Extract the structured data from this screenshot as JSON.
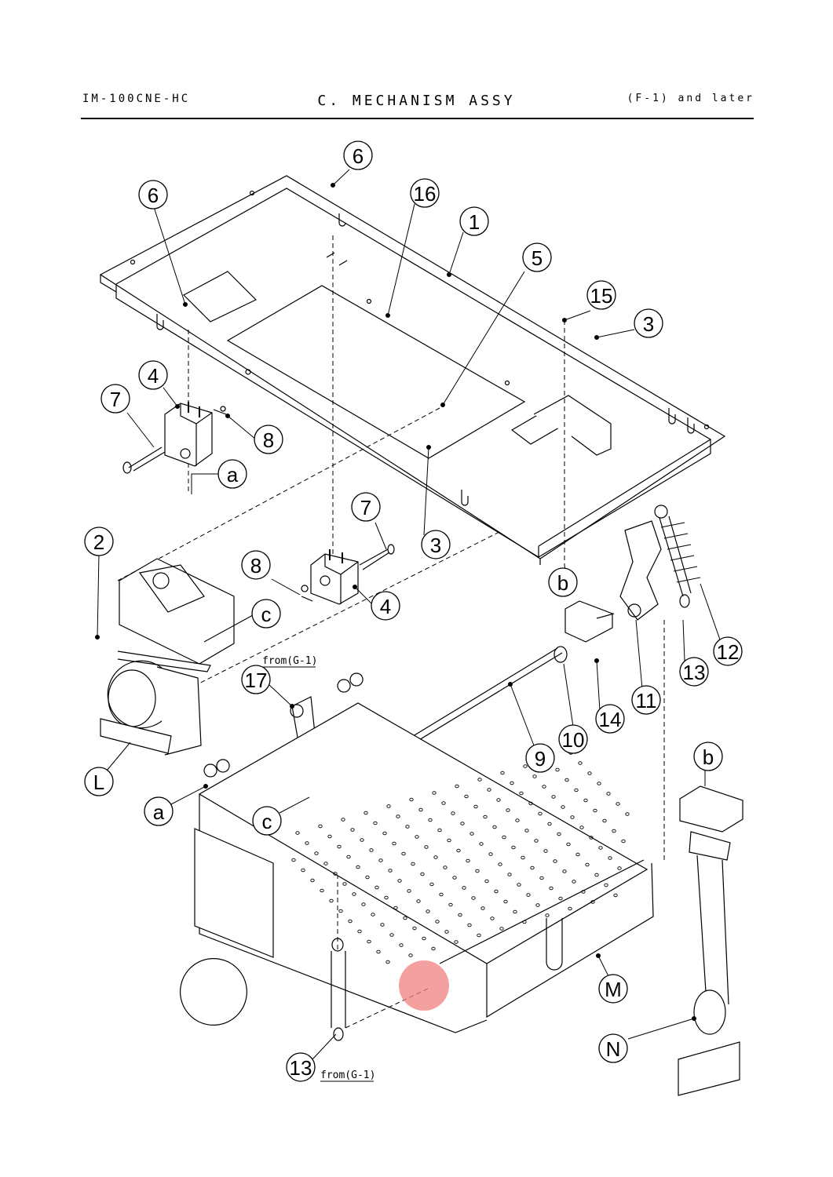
{
  "header": {
    "model": "IM-100CNE-HC",
    "title": "C. MECHANISM ASSY",
    "revision": "(F-1) and later"
  },
  "callouts": [
    {
      "id": "c6a",
      "label": "6"
    },
    {
      "id": "c6b",
      "label": "6"
    },
    {
      "id": "c16",
      "label": "16"
    },
    {
      "id": "c1",
      "label": "1"
    },
    {
      "id": "c5",
      "label": "5"
    },
    {
      "id": "c15",
      "label": "15"
    },
    {
      "id": "c3a",
      "label": "3"
    },
    {
      "id": "c4a",
      "label": "4"
    },
    {
      "id": "c7a",
      "label": "7"
    },
    {
      "id": "c8a",
      "label": "8"
    },
    {
      "id": "ca1",
      "label": "a"
    },
    {
      "id": "c7b",
      "label": "7"
    },
    {
      "id": "c3b",
      "label": "3"
    },
    {
      "id": "c2",
      "label": "2"
    },
    {
      "id": "c8b",
      "label": "8"
    },
    {
      "id": "c4b",
      "label": "4"
    },
    {
      "id": "cb1",
      "label": "b"
    },
    {
      "id": "cc1",
      "label": "c"
    },
    {
      "id": "c12",
      "label": "12"
    },
    {
      "id": "c13a",
      "label": "13"
    },
    {
      "id": "c17",
      "label": "17"
    },
    {
      "id": "c14",
      "label": "14"
    },
    {
      "id": "c11",
      "label": "11"
    },
    {
      "id": "c10",
      "label": "10"
    },
    {
      "id": "c9",
      "label": "9"
    },
    {
      "id": "cL",
      "label": "L"
    },
    {
      "id": "cb2",
      "label": "b"
    },
    {
      "id": "ca2",
      "label": "a"
    },
    {
      "id": "cc2",
      "label": "c"
    },
    {
      "id": "cM",
      "label": "M"
    },
    {
      "id": "cN",
      "label": "N"
    },
    {
      "id": "c13b",
      "label": "13"
    }
  ],
  "notes": [
    {
      "id": "from1",
      "label": "from(G-1)"
    },
    {
      "id": "from2",
      "label": "from(G-1)"
    }
  ],
  "colors": {
    "line": "#000000",
    "highlight": "#f08080"
  }
}
